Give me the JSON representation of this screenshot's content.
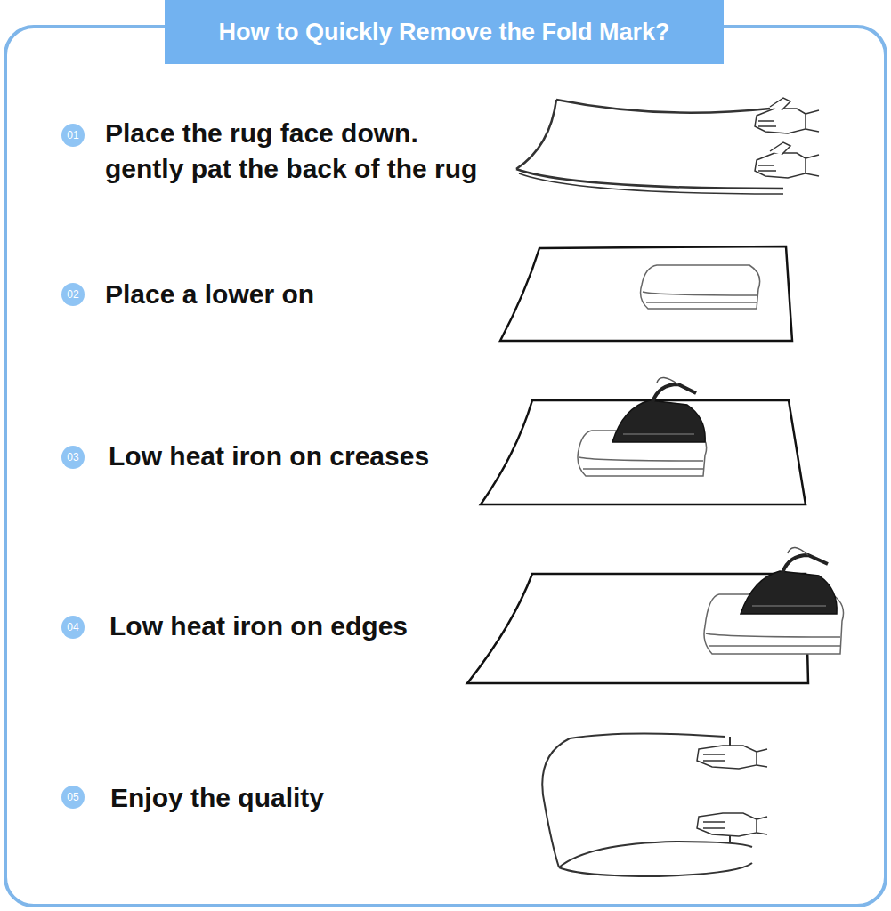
{
  "diagram": {
    "title": "How to Quickly Remove the Fold Mark?",
    "nodes": [
      {
        "text": [
          "01"
        ]
      },
      {
        "text": [
          "02"
        ]
      },
      {
        "text": [
          "03"
        ]
      },
      {
        "text": [
          "04"
        ]
      },
      {
        "text": [
          "05"
        ]
      }
    ],
    "labels": [
      "Place the rug face down. gently pat the back of the rug",
      "Place a lower on",
      "Low heat iron on creases",
      "Low heat iron on edges",
      "Enjoy the quality"
    ]
  }
}
